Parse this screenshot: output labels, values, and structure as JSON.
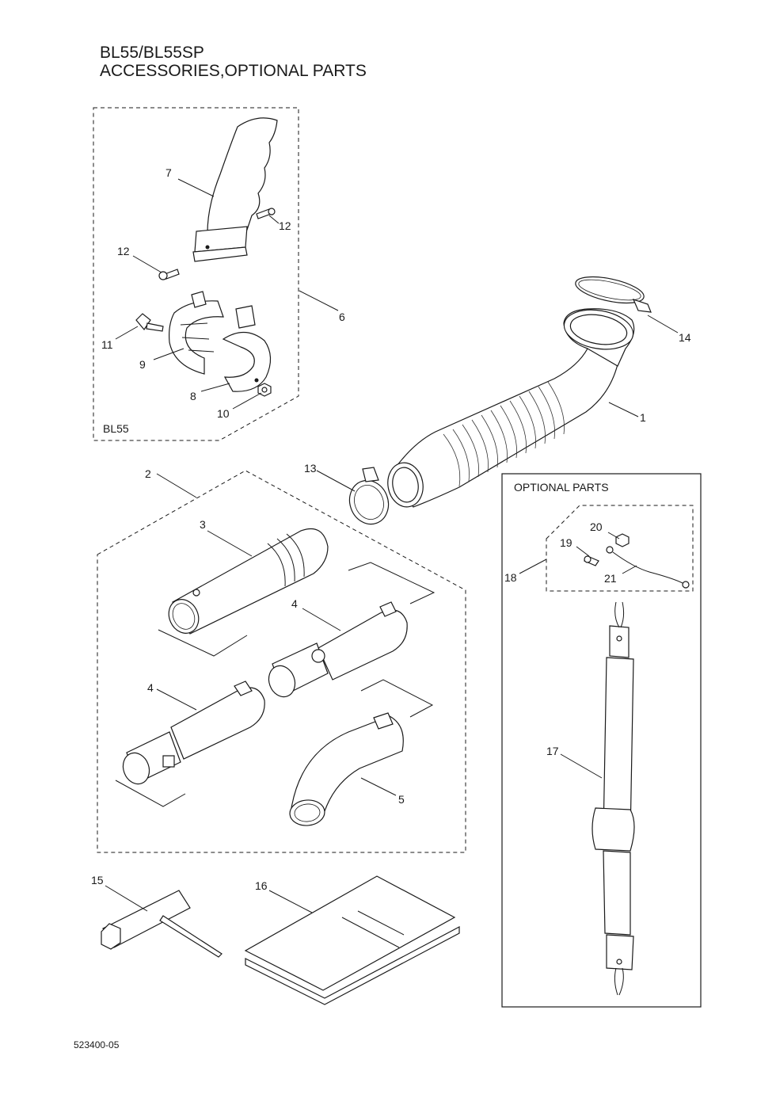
{
  "header": {
    "title_line1": "BL55/BL55SP",
    "title_line2": "ACCESSORIES,OPTIONAL PARTS"
  },
  "groups": {
    "bl55_box_label": "BL55",
    "optional_box_label": "OPTIONAL PARTS"
  },
  "callouts": {
    "c1": "1",
    "c2": "2",
    "c3": "3",
    "c4a": "4",
    "c4b": "4",
    "c5": "5",
    "c6": "6",
    "c7": "7",
    "c8": "8",
    "c9": "9",
    "c10": "10",
    "c11": "11",
    "c12a": "12",
    "c12b": "12",
    "c13": "13",
    "c14": "14",
    "c15": "15",
    "c16": "16",
    "c17": "17",
    "c18": "18",
    "c19": "19",
    "c20": "20",
    "c21": "21"
  },
  "footer": {
    "drawing_number": "523400-05"
  }
}
